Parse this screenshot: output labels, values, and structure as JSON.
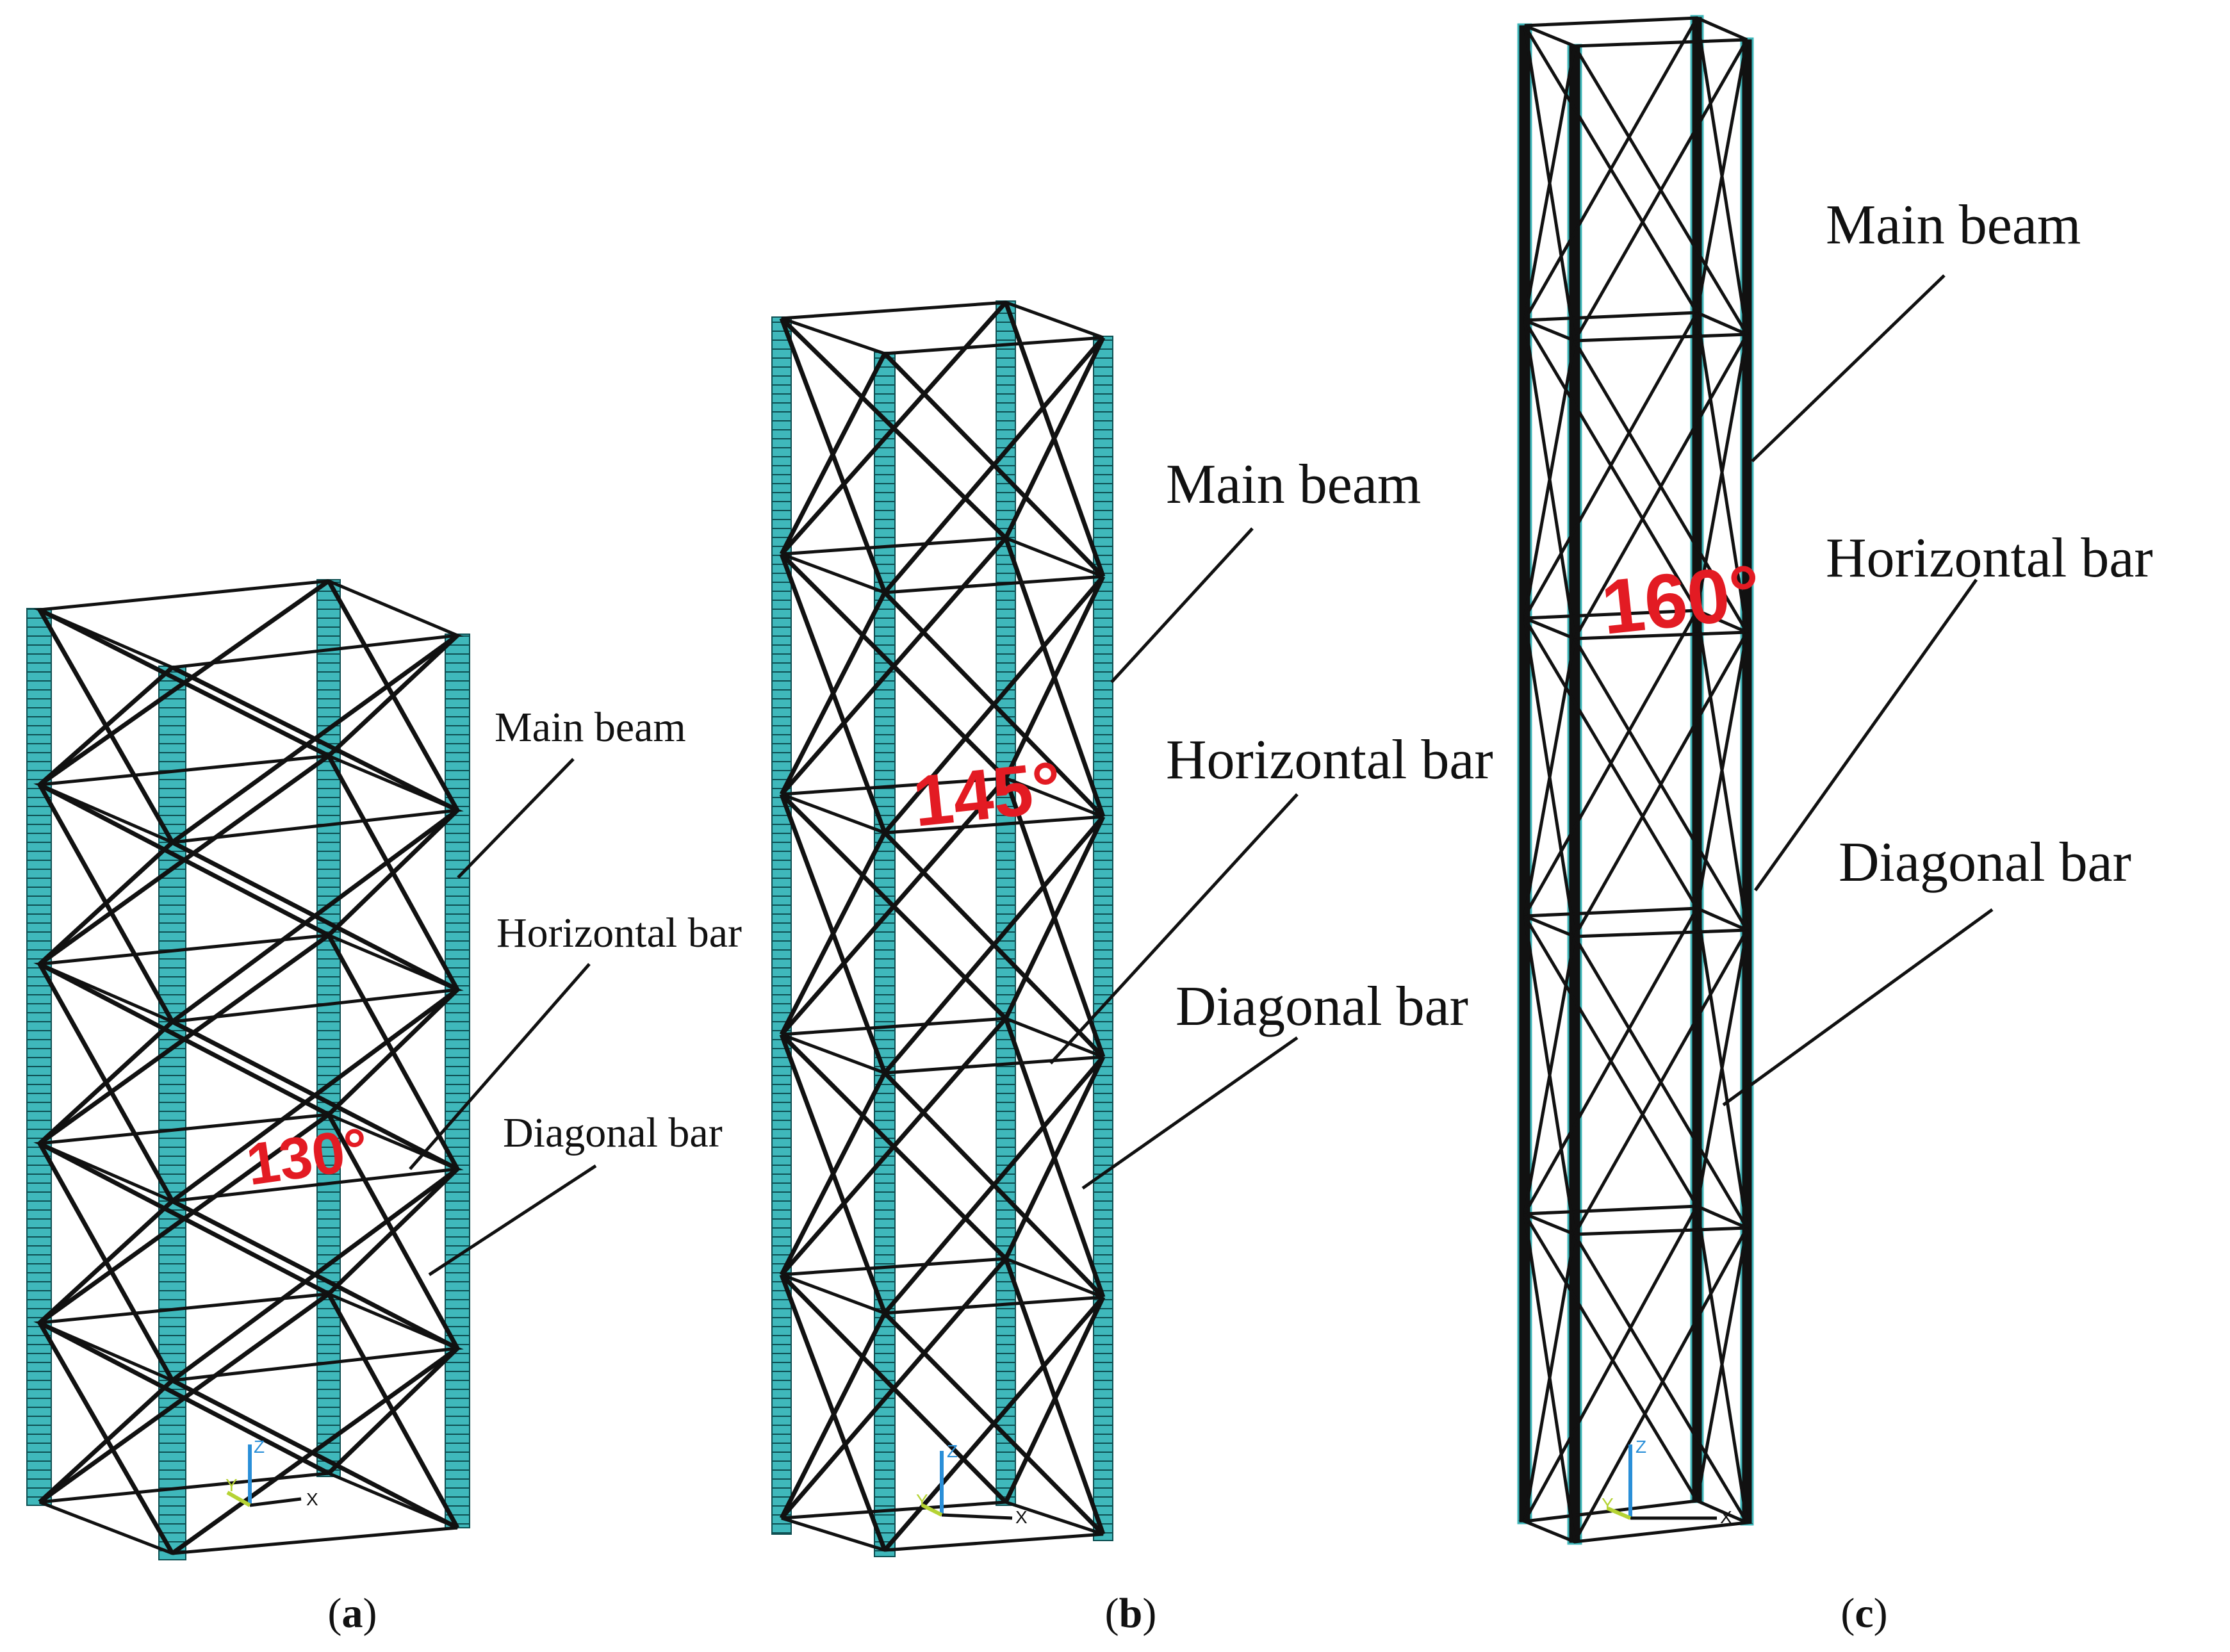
{
  "panels": [
    {
      "id": "a",
      "label_open": "(",
      "label_letter": "a",
      "label_close": ")",
      "angle": "130°",
      "callouts": [
        "Main beam",
        "Horizontal bar",
        "Diagonal bar"
      ],
      "axis": {
        "z": "Z",
        "x": "X",
        "y": "Y"
      }
    },
    {
      "id": "b",
      "label_open": "(",
      "label_letter": "b",
      "label_close": ")",
      "angle": "145°",
      "callouts": [
        "Main beam",
        "Horizontal bar",
        "Diagonal bar"
      ],
      "axis": {
        "z": "Z",
        "x": "X",
        "y": "Y"
      }
    },
    {
      "id": "c",
      "label_open": "(",
      "label_letter": "c",
      "label_close": ")",
      "angle": "160°",
      "callouts": [
        "Main beam",
        "Horizontal bar",
        "Diagonal bar"
      ],
      "axis": {
        "z": "Z",
        "x": "X",
        "y": "Y"
      }
    }
  ],
  "colors": {
    "main_beam": "#3fb8bb",
    "bar": "#111111",
    "angle_text": "#e31b23",
    "axis_z": "#2a8fd8",
    "axis_y": "#b5d334"
  }
}
